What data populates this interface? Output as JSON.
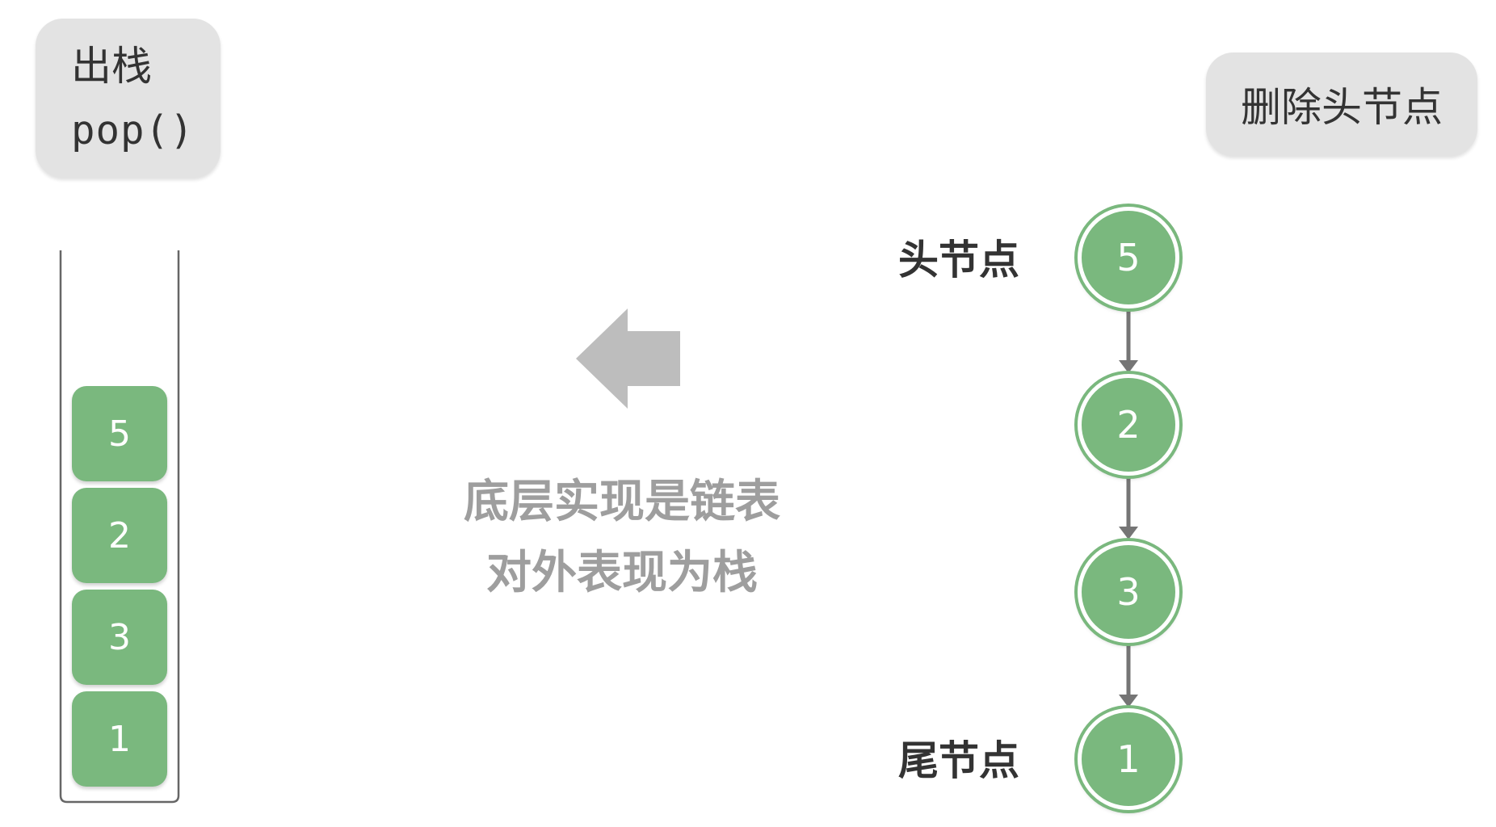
{
  "stack_operation": {
    "name": "出栈",
    "method": "pop()"
  },
  "linked_list_operation": {
    "name": "删除头节点"
  },
  "stack": {
    "items_top_to_bottom": [
      "5",
      "2",
      "3",
      "1"
    ]
  },
  "linked_list": {
    "head_label": "头节点",
    "tail_label": "尾节点",
    "nodes_head_to_tail": [
      "5",
      "2",
      "3",
      "1"
    ]
  },
  "caption": {
    "line1": "底层实现是链表",
    "line2": "对外表现为栈"
  },
  "colors": {
    "node_fill": "#7ab87e",
    "label_box": "#e3e3e3",
    "arrow": "#bdbdbd",
    "connector": "#757575",
    "caption_text": "#9e9e9e"
  }
}
